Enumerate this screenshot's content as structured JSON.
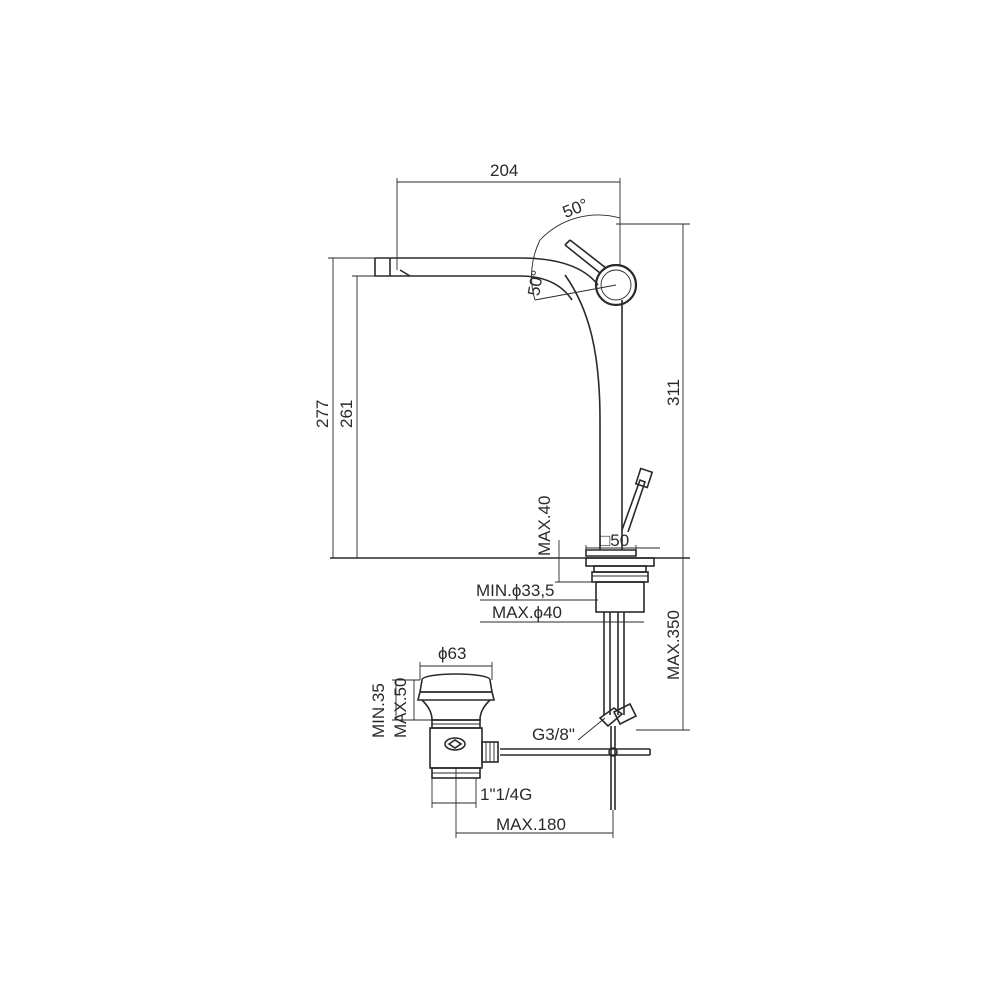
{
  "dimensions": {
    "spout_reach": "204",
    "lever_angle_top": "50°",
    "lever_angle_bottom": "50°",
    "height_total": "277",
    "height_spout": "261",
    "height_lever": "311",
    "deck_thickness": "MAX.40",
    "base_square": "□50",
    "hole_min": "MIN.ϕ33,5",
    "hole_max": "MAX.ϕ40",
    "hose_length": "MAX.350",
    "hose_connection": "G3/8\"",
    "waste_diameter": "ϕ63",
    "waste_min": "MIN.35",
    "waste_max": "MAX.50",
    "waste_thread": "1\"1/4G",
    "rod_length": "MAX.180"
  },
  "colors": {
    "line": "#2a2a2a",
    "background": "#ffffff"
  }
}
